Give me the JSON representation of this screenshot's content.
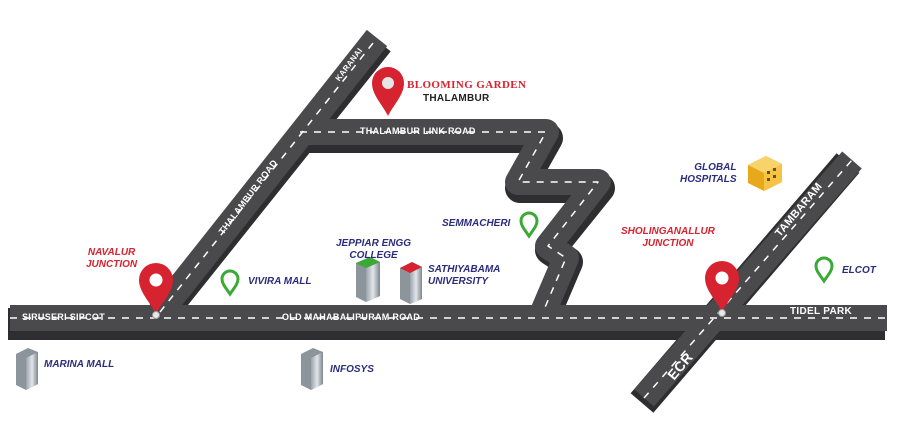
{
  "project": {
    "name": "BLOOMING GARDEN",
    "locality": "THALAMBUR",
    "brand_color": "#d7232f"
  },
  "roads": [
    {
      "label": "KARANAI"
    },
    {
      "label": "THALAMBUR LINK ROAD"
    },
    {
      "label": "THALAMBUR ROAD"
    },
    {
      "label": "OLD MAHABALIPURAM ROAD"
    },
    {
      "label": "SIRUSERI SIPCOT"
    },
    {
      "label": "TIDEL PARK"
    },
    {
      "label": "TAMBARAM"
    },
    {
      "label": "ECR"
    }
  ],
  "junctions": [
    {
      "label_line1": "NAVALUR",
      "label_line2": "JUNCTION",
      "pin": "red-pin-icon"
    },
    {
      "label_line1": "SHOLINGANALLUR",
      "label_line2": "JUNCTION",
      "pin": "red-pin-icon"
    }
  ],
  "landmarks": [
    {
      "label": "VIVIRA MALL",
      "icon": "green-pin-icon"
    },
    {
      "label": "SEMMACHERI",
      "icon": "green-pin-icon"
    },
    {
      "label": "ELCOT",
      "icon": "green-pin-icon"
    },
    {
      "label_line1": "JEPPIAR ENGG",
      "label_line2": "COLLEGE",
      "icon": "building-icon"
    },
    {
      "label_line1": "SATHIYABAMA",
      "label_line2": "UNIVERSITY",
      "icon": "building-icon"
    },
    {
      "label_line1": "GLOBAL",
      "label_line2": "HOSPITALS",
      "icon": "hospital-icon"
    },
    {
      "label": "MARINA MALL",
      "icon": "building-icon"
    },
    {
      "label": "INFOSYS",
      "icon": "building-icon"
    }
  ],
  "colors": {
    "road": "#4a4a4c",
    "road_edge": "#2e2e30",
    "lane_marking": "#ffffff",
    "label_navy": "#2b2d7c",
    "junction_red": "#d7232f",
    "landmark_green": "#3aa935"
  }
}
